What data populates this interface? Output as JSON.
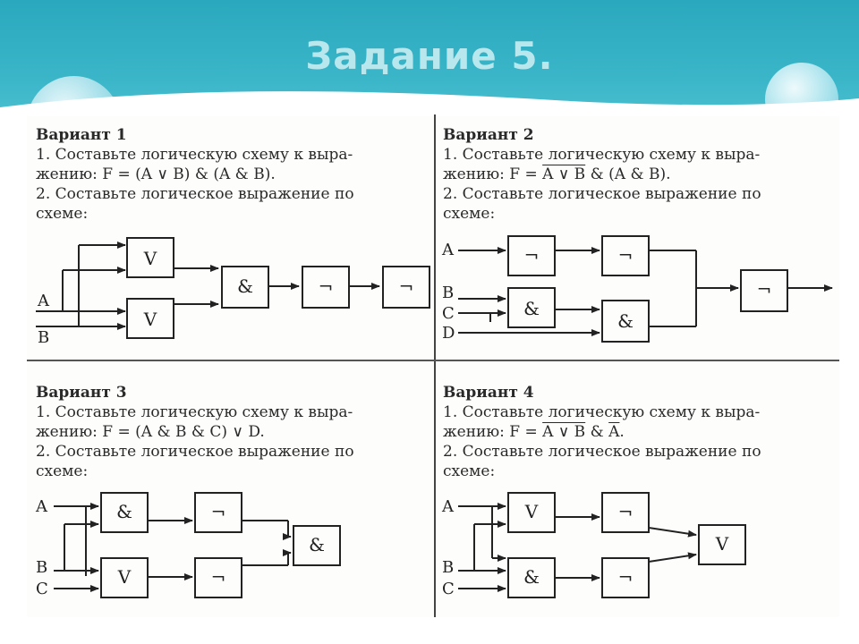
{
  "slide": {
    "title": "Задание 5."
  },
  "gates": {
    "or": "V",
    "and": "&",
    "not": "¬"
  },
  "variant1": {
    "title": "Вариант 1",
    "task1_line1": "1. Составьте логическую схему к выра-",
    "task1_prefix": "жению: ",
    "task1_formula": "F = (A ∨ B) & (A & B).",
    "task2_line1": "2. Составьте логическое выражение по",
    "task2_line2": "схеме:",
    "inputs": [
      "A",
      "B"
    ]
  },
  "variant2": {
    "title": "Вариант 2",
    "task1_line1": "1. Составьте логическую схему к выра-",
    "task1_prefix": "жению: ",
    "task1_formula_a": "F = ",
    "task1_formula_b": "A ∨ B",
    "task1_formula_c": " & (A & B).",
    "task2_line1": "2. Составьте логическое выражение по",
    "task2_line2": "схеме:",
    "inputs": [
      "A",
      "B",
      "C",
      "D"
    ]
  },
  "variant3": {
    "title": "Вариант 3",
    "task1_line1": "1. Составьте логическую схему к выра-",
    "task1_prefix": "жению: ",
    "task1_formula": "F = (A & B & C) ∨ D.",
    "task2_line1": "2. Составьте логическое выражение по",
    "task2_line2": "схеме:",
    "inputs": [
      "A",
      "B",
      "C"
    ]
  },
  "variant4": {
    "title": "Вариант 4",
    "task1_line1": "1. Составьте логическую схему к выра-",
    "task1_prefix": "жению: ",
    "task1_formula_a": "F = ",
    "task1_formula_b": "A ∨ B",
    "task1_formula_c": " & ",
    "task1_formula_d": "A",
    "task1_formula_e": ".",
    "task2_line1": "2. Составьте логическое выражение по",
    "task2_line2": "схеме:",
    "inputs": [
      "A",
      "B",
      "C"
    ]
  }
}
